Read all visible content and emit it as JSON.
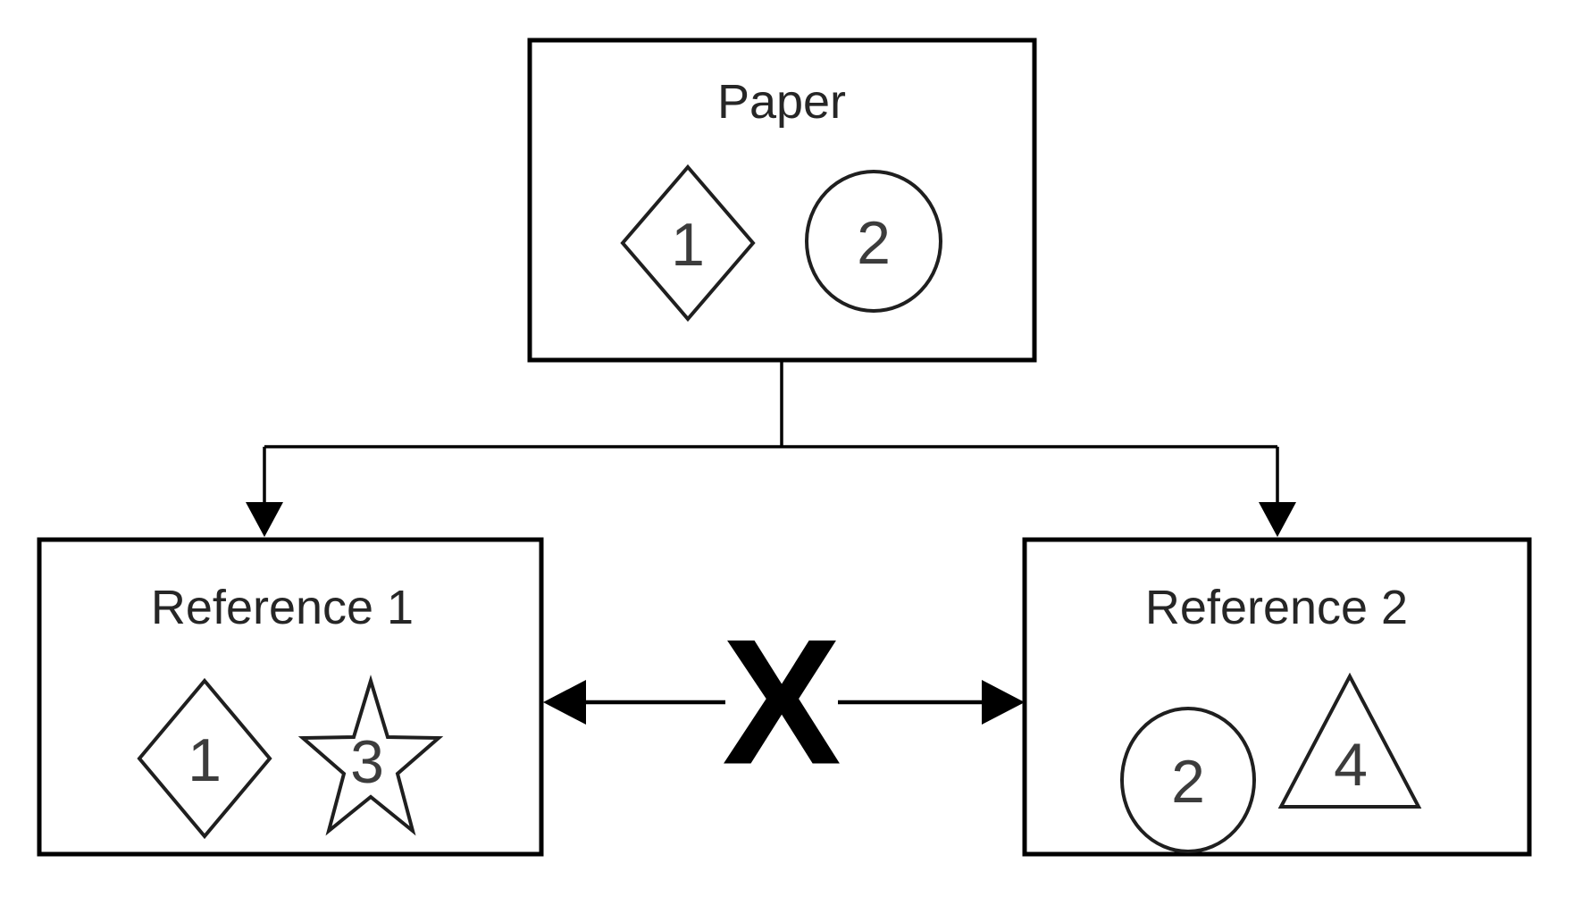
{
  "diagram": {
    "nodes": {
      "paper": {
        "label": "Paper",
        "shapes": [
          {
            "type": "diamond",
            "value": "1"
          },
          {
            "type": "circle",
            "value": "2"
          }
        ]
      },
      "reference1": {
        "label": "Reference 1",
        "shapes": [
          {
            "type": "diamond",
            "value": "1"
          },
          {
            "type": "star",
            "value": "3"
          }
        ]
      },
      "reference2": {
        "label": "Reference 2",
        "shapes": [
          {
            "type": "circle",
            "value": "2"
          },
          {
            "type": "triangle",
            "value": "4"
          }
        ]
      }
    },
    "edges": {
      "paper_to_reference1": {
        "type": "arrow-down"
      },
      "paper_to_reference2": {
        "type": "arrow-down"
      },
      "reference1_reference2": {
        "type": "double-arrow",
        "blocked": true,
        "label": "X"
      }
    },
    "colors": {
      "background": "#ffffff",
      "border": "#000000",
      "label_text": "#262626",
      "number_text": "#3c3c3c",
      "blocked_x": "#000000"
    }
  }
}
